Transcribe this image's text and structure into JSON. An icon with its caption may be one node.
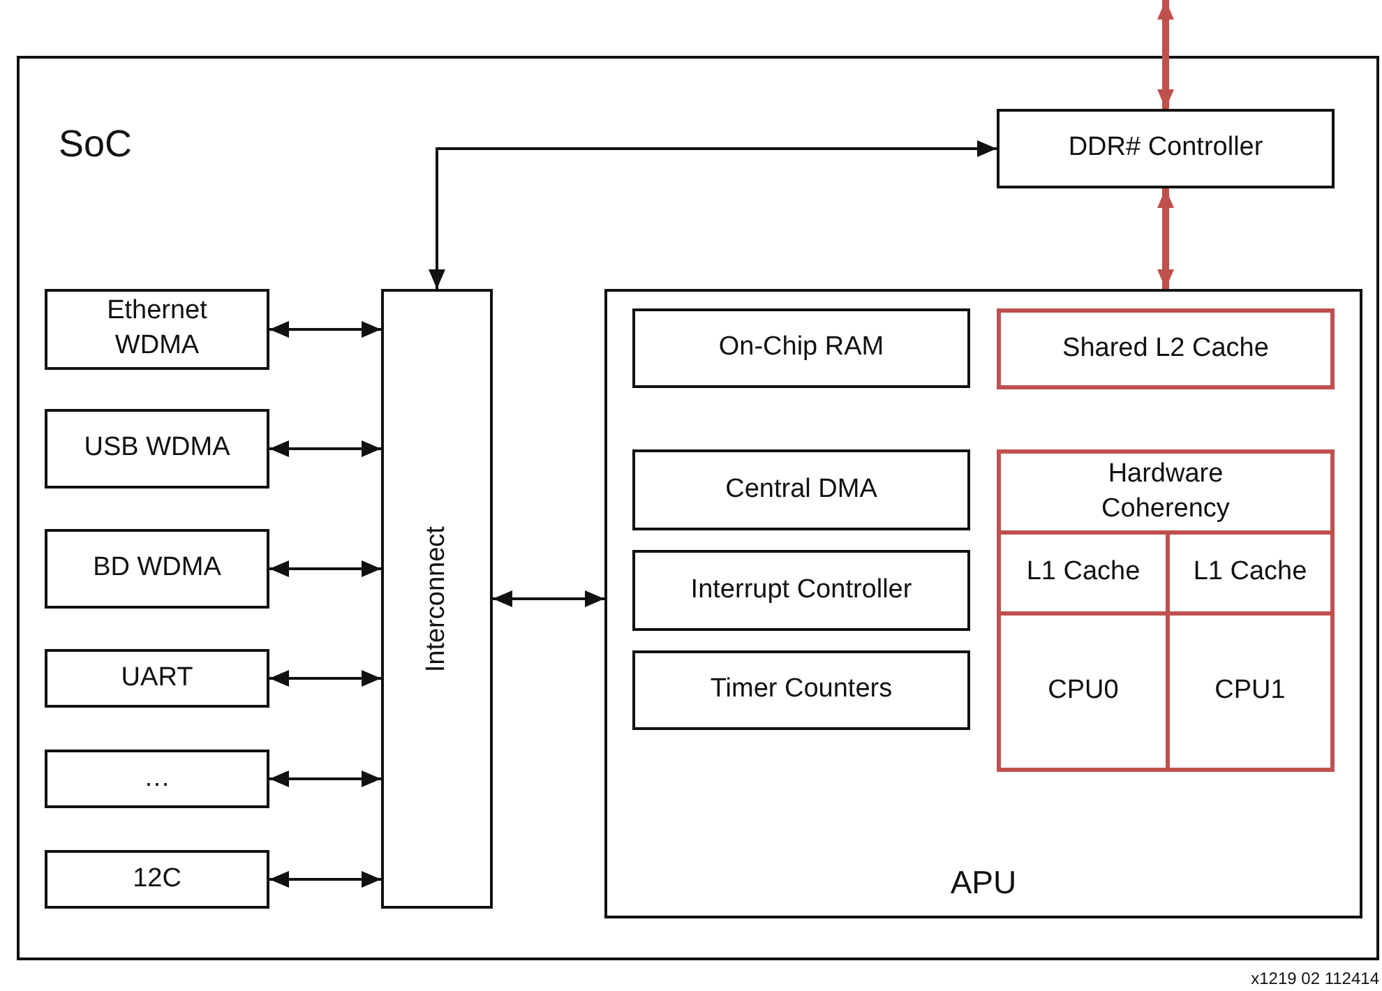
{
  "diagram": {
    "nodes": [
      {
        "text": [
          "SoC"
        ]
      },
      {
        "text": [
          "DDR# Controller"
        ],
        "in": 0
      },
      {
        "text": [
          "Ethernet WDMA"
        ],
        "in": 0
      },
      {
        "text": [
          "USB WDMA"
        ],
        "in": 0
      },
      {
        "text": [
          "BD WDMA"
        ],
        "in": 0
      },
      {
        "text": [
          "UART"
        ],
        "in": 0
      },
      {
        "text": [
          "…"
        ],
        "in": 0
      },
      {
        "text": [
          "12C"
        ],
        "in": 0
      },
      {
        "text": [
          "Interconnect"
        ],
        "in": 0
      },
      {
        "text": [
          "APU"
        ],
        "in": 0
      },
      {
        "text": [
          "On-Chip RAM"
        ],
        "in": 9
      },
      {
        "text": [
          "Central DMA"
        ],
        "in": 9
      },
      {
        "text": [
          "Interrupt Controller"
        ],
        "in": 9
      },
      {
        "text": [
          "Timer Counters"
        ],
        "in": 9
      },
      {
        "text": [
          "Shared L2 Cache"
        ],
        "in": 9
      },
      {
        "text": [
          "Hardware Coherency"
        ],
        "in": 9
      },
      {
        "text": [
          "L1 Cache"
        ],
        "in": 9
      },
      {
        "text": [
          "L1 Cache"
        ],
        "in": 9
      },
      {
        "text": [
          "CPU0"
        ],
        "in": 9
      },
      {
        "text": [
          "CPU1"
        ],
        "in": 9
      }
    ],
    "edges": [
      {
        "from": 8,
        "to": 1,
        "arrow": "both"
      },
      {
        "from": 2,
        "to": 8,
        "arrow": "both"
      },
      {
        "from": 3,
        "to": 8,
        "arrow": "both"
      },
      {
        "from": 4,
        "to": 8,
        "arrow": "both"
      },
      {
        "from": 5,
        "to": 8,
        "arrow": "both"
      },
      {
        "from": 6,
        "to": 8,
        "arrow": "both"
      },
      {
        "from": 7,
        "to": 8,
        "arrow": "both"
      },
      {
        "from": 8,
        "to": 9,
        "arrow": "both"
      },
      {
        "from": 1,
        "to": 9,
        "arrow": "both",
        "style": "thick",
        "color": "#c0504d"
      },
      {
        "from": null,
        "to": 1,
        "arrow": "both",
        "style": "thick",
        "color": "#c0504d"
      }
    ],
    "labels": [
      "x1219 02 112414"
    ]
  }
}
